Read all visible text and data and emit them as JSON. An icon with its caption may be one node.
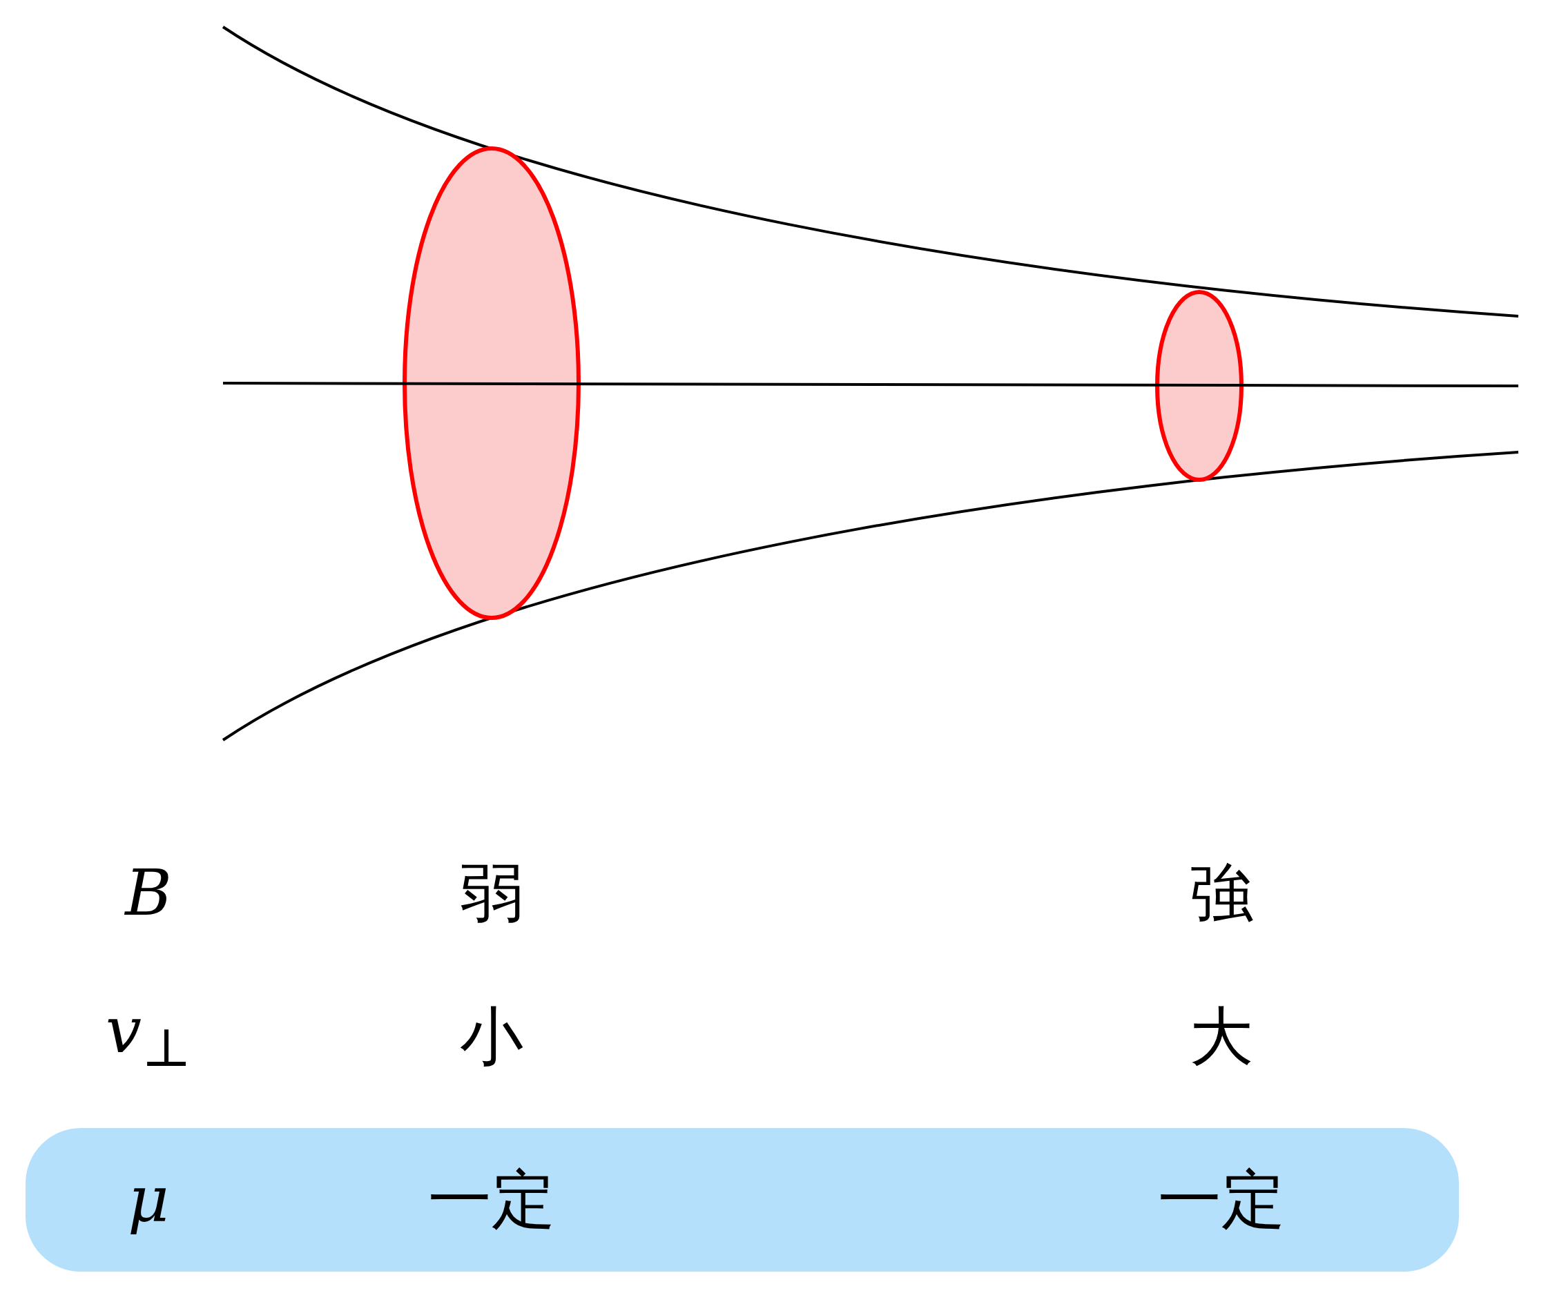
{
  "diagram": {
    "nodes": [
      {
        "text": [
          "μ",
          "一定",
          "一定"
        ]
      }
    ],
    "labels": [
      "B",
      "弱",
      "強",
      "*v*$_{⊥}$",
      "小",
      "大"
    ]
  }
}
